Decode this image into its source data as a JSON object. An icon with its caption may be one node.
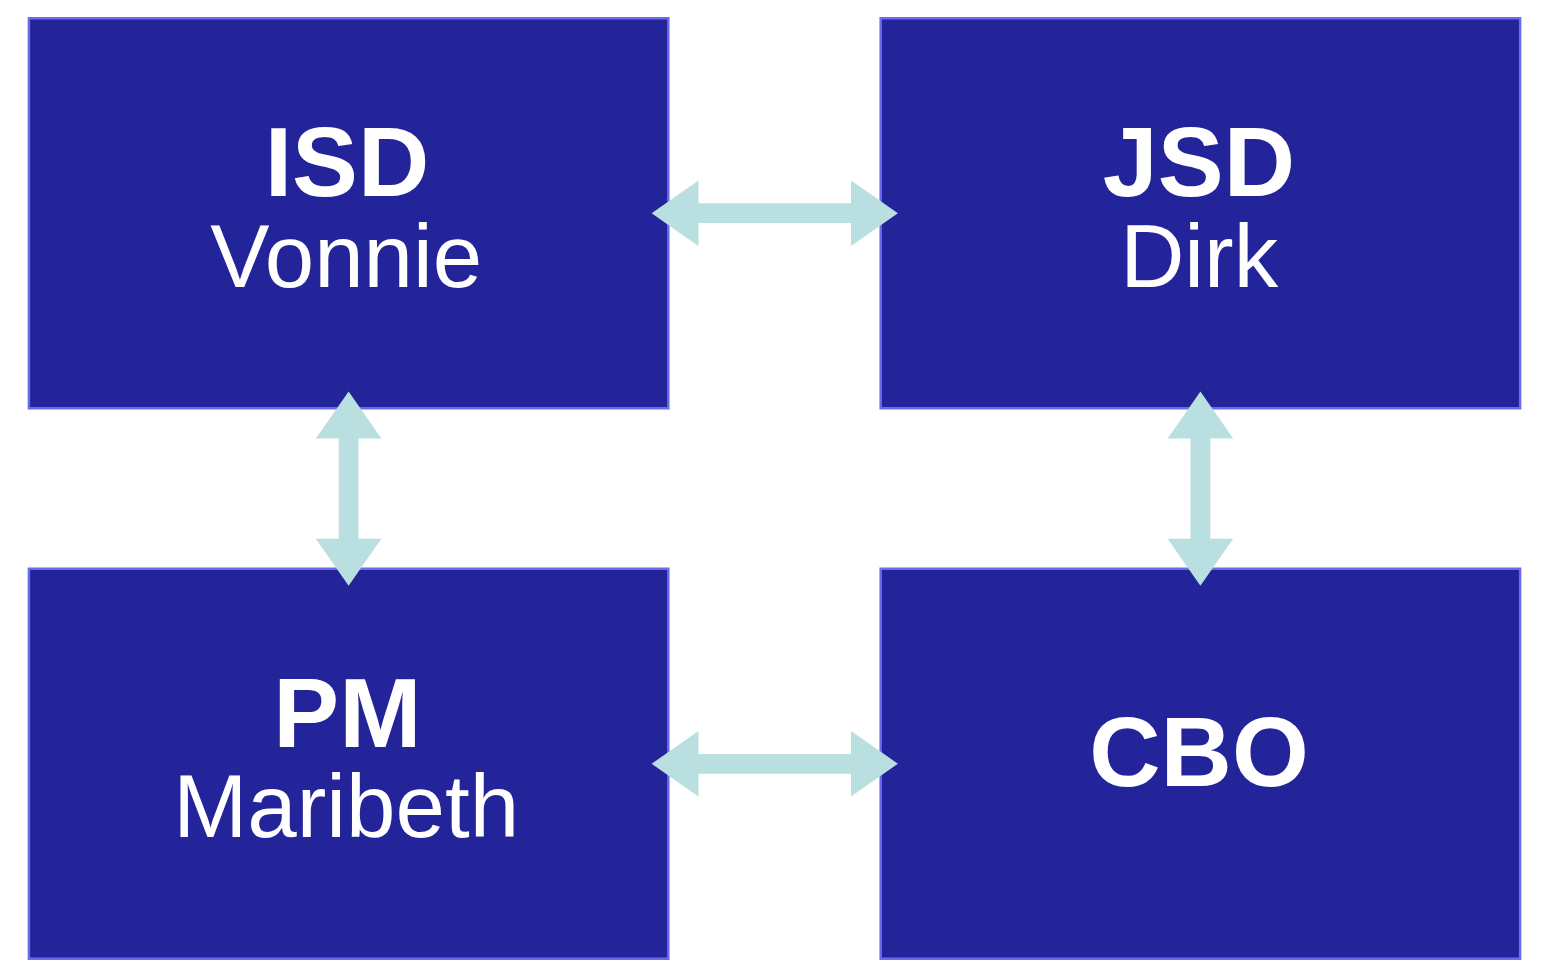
{
  "diagram": {
    "nodes": [
      {
        "text": [
          "ISD",
          "Vonnie"
        ]
      },
      {
        "text": [
          "JSD",
          "Dirk"
        ]
      },
      {
        "text": [
          "PM",
          "Maribeth"
        ]
      },
      {
        "text": [
          "CBO"
        ]
      }
    ],
    "edges": [
      {
        "from": 0,
        "to": 1,
        "arrow": "both"
      },
      {
        "from": 0,
        "to": 2,
        "arrow": "both"
      },
      {
        "from": 1,
        "to": 3,
        "arrow": "both"
      },
      {
        "from": 2,
        "to": 3,
        "arrow": "both"
      }
    ]
  }
}
